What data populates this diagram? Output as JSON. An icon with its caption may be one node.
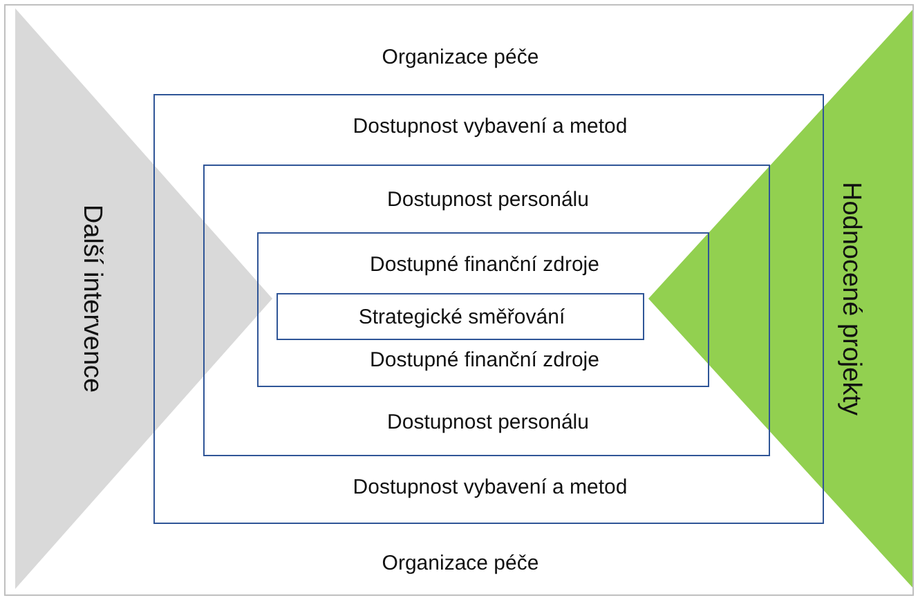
{
  "diagram": {
    "nodes": [
      {
        "text": [
          "Organizace péče",
          "Organizace péče"
        ]
      },
      {
        "text": [
          "Dostupnost vybavení a metod",
          "Dostupnost vybavení a metod"
        ],
        "in": 0
      },
      {
        "text": [
          "Dostupnost personálu",
          "Dostupnost personálu"
        ],
        "in": 1
      },
      {
        "text": [
          "Dostupné finanční zdroje",
          "Dostupné finanční zdroje"
        ],
        "in": 2
      },
      {
        "text": [
          "Strategické směřování"
        ],
        "in": 3
      },
      {
        "text": [
          "Další intervence"
        ],
        "in": 0
      },
      {
        "text": [
          "Hodnocené projekty"
        ],
        "in": 0
      }
    ],
    "edges": []
  }
}
